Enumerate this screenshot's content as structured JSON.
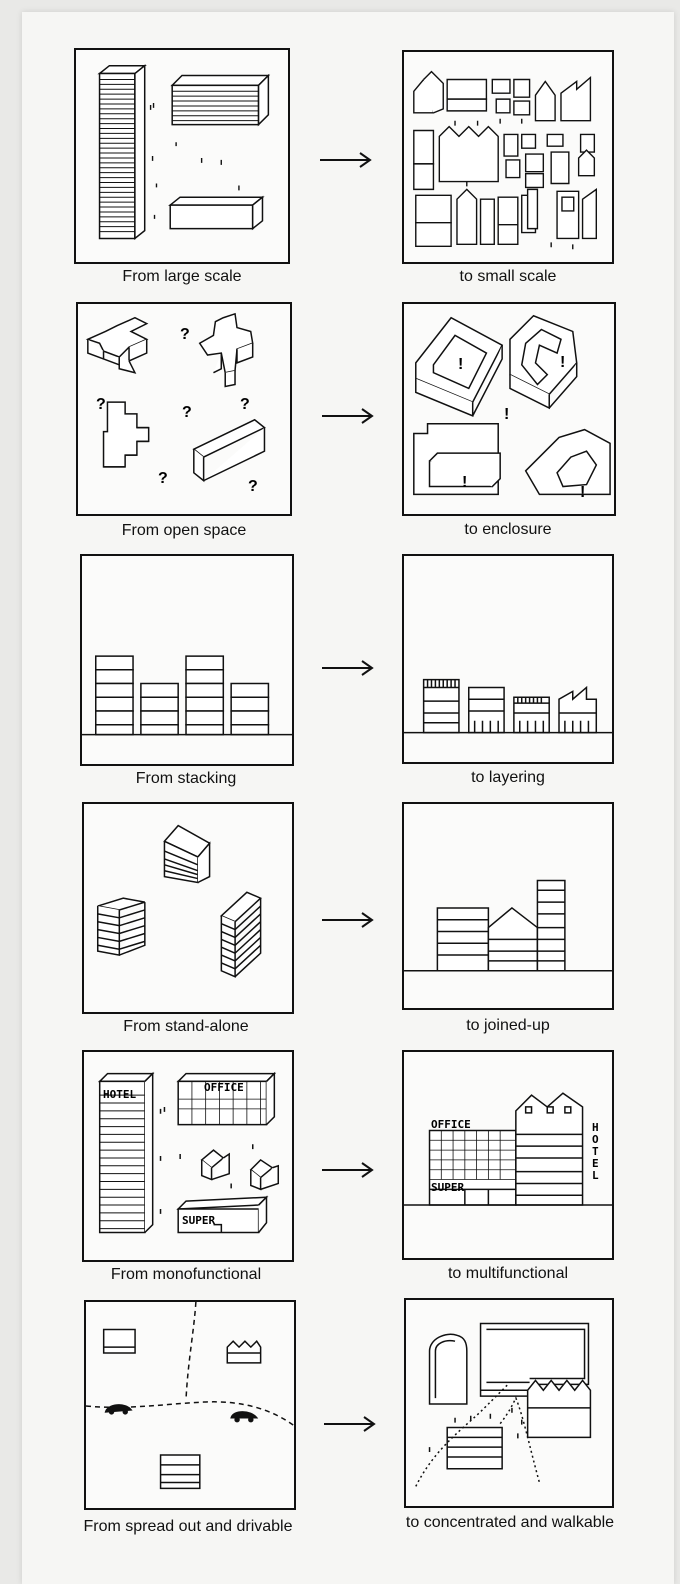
{
  "rows": [
    {
      "from": "From large scale",
      "to": "to small scale"
    },
    {
      "from": "From open space",
      "to": "to enclosure"
    },
    {
      "from": "From stacking",
      "to": "to layering"
    },
    {
      "from": "From stand-alone",
      "to": "to joined-up"
    },
    {
      "from": "From monofunctional",
      "to": "to multifunctional"
    },
    {
      "from": "From spread out and drivable",
      "to": "to concentrated and walkable"
    }
  ],
  "signs": {
    "hotel": "HOTEL",
    "office": "OFFICE",
    "super": "SUPER",
    "hotel_vertical": [
      "H",
      "O",
      "T",
      "E",
      "L"
    ]
  },
  "marks": {
    "question": "?",
    "exclaim": "!"
  },
  "icons": {
    "arrow": "arrow-right-icon"
  }
}
